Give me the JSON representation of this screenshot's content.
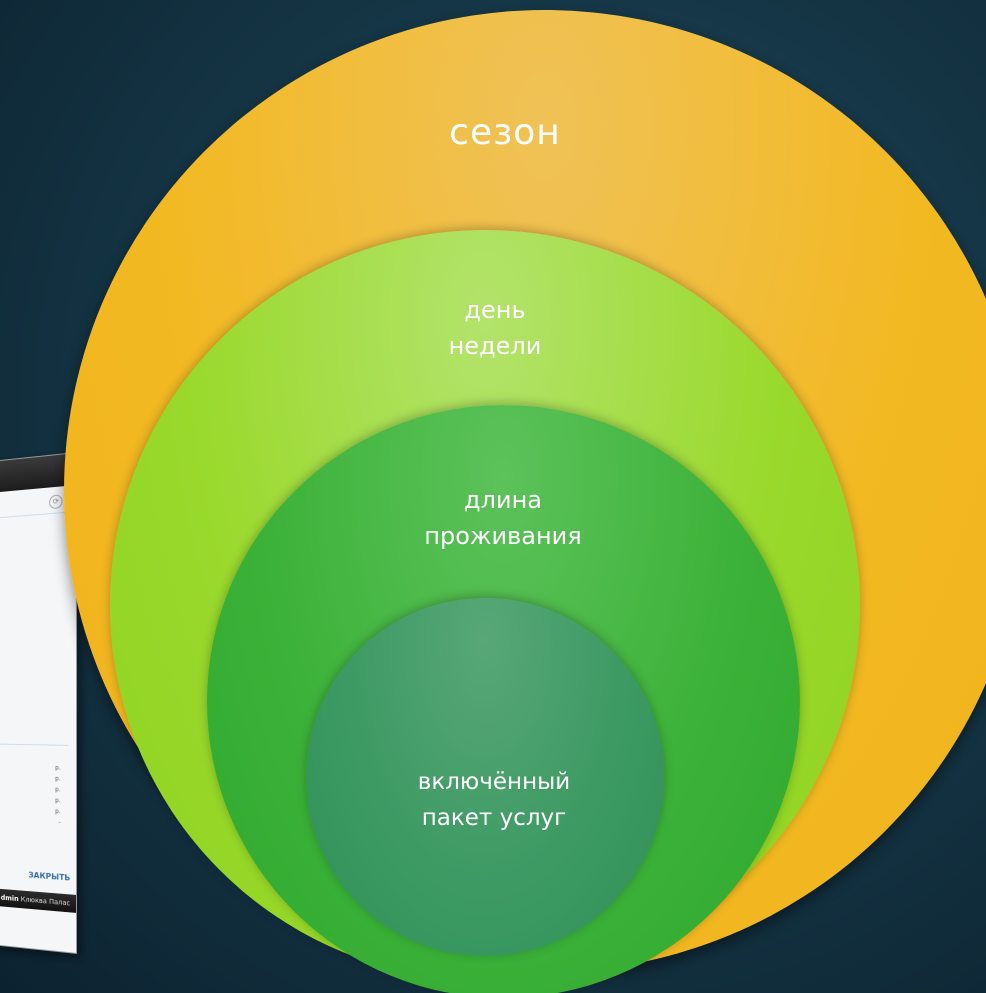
{
  "circles": {
    "outer": {
      "label": "сезон",
      "color": "#f2b923"
    },
    "second": {
      "line1": "день",
      "line2": "недели",
      "color": "#9ad92d"
    },
    "third": {
      "line1": "длина",
      "line2": "проживания",
      "color": "#3db23a"
    },
    "inner": {
      "line1": "включённый",
      "line2": "пакет услуг",
      "color": "#3d9a63"
    }
  },
  "background_color": "#163848",
  "screenshot": {
    "rows": [
      "р.",
      "р.",
      "р.",
      "р.",
      "р.",
      "-"
    ],
    "close_label": "ЗАКРЫТЬ",
    "footer_user": "dmin",
    "footer_text": " Клюква Палас"
  }
}
